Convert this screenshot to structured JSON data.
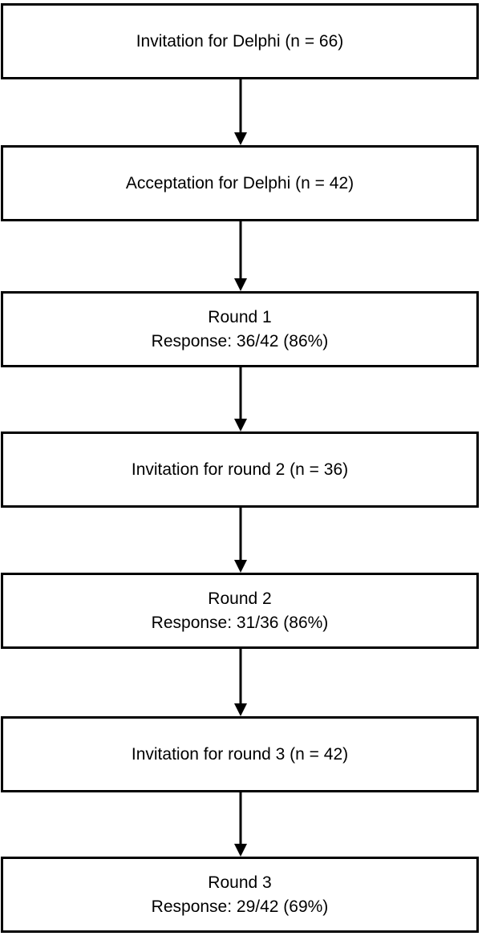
{
  "steps": [
    {
      "lines": [
        "Invitation for Delphi (n = 66)"
      ]
    },
    {
      "lines": [
        "Acceptation for Delphi (n = 42)"
      ]
    },
    {
      "lines": [
        "Round 1",
        "Response: 36/42 (86%)"
      ]
    },
    {
      "lines": [
        "Invitation for round 2 (n = 36)"
      ]
    },
    {
      "lines": [
        "Round 2",
        "Response: 31/36 (86%)"
      ]
    },
    {
      "lines": [
        "Invitation for round 3 (n = 42)"
      ]
    },
    {
      "lines": [
        "Round 3",
        "Response: 29/42 (69%)"
      ]
    }
  ],
  "colors": {
    "stroke": "#000000",
    "fill": "#ffffff"
  }
}
